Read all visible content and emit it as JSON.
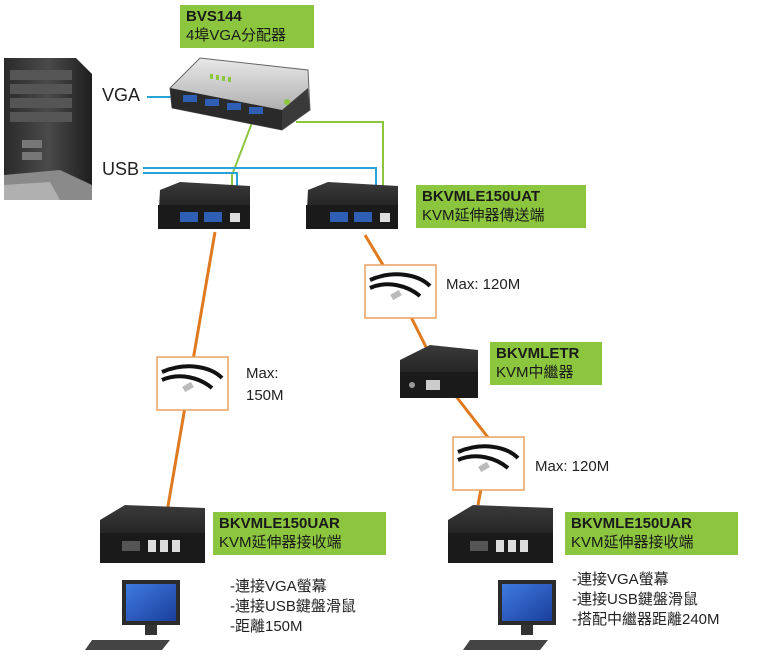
{
  "labels": {
    "vga": "VGA",
    "usb": "USB",
    "max150": "Max:",
    "max150b": "150M",
    "max120a": "Max: 120M",
    "max120b": "Max: 120M"
  },
  "devices": {
    "splitter": {
      "title": "BVS144",
      "subtitle": "4埠VGA分配器"
    },
    "transmitter": {
      "title": "BKVMLE150UAT",
      "subtitle": "KVM延伸器傳送端"
    },
    "repeater": {
      "title": "BKVMLETR",
      "subtitle": "KVM中繼器"
    },
    "receiver_left": {
      "title": "BKVMLE150UAR",
      "subtitle": "KVM延伸器接收端"
    },
    "receiver_right": {
      "title": "BKVMLE150UAR",
      "subtitle": "KVM延伸器接收端"
    }
  },
  "notes_left": [
    "-連接VGA螢幕",
    "-連接USB鍵盤滑鼠",
    "-距離150M"
  ],
  "notes_right": [
    "-連接VGA螢幕",
    "-連接USB鍵盤滑鼠",
    "-搭配中繼器距離240M"
  ],
  "colors": {
    "green_box": "#8cc63f",
    "vga_line": "#8cc63f",
    "usb_line": "#29a3d6",
    "cat_line": "#e07a1f",
    "cable_frame": "#e8a060"
  }
}
